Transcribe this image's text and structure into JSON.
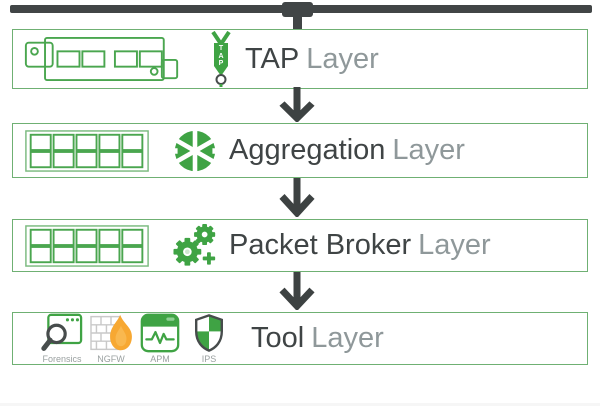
{
  "colors": {
    "accent_green": "#3fa344",
    "light_green_border": "#6fb073",
    "grid_green": "#4aa64f",
    "dark_charcoal": "#414546",
    "title_dark": "#3f4445",
    "title_gray": "#8f989a",
    "tool_label_gray": "#9aa0a0",
    "flame_orange": "#f7a832",
    "brick_gray": "#c9c9c9"
  },
  "icons": {
    "tap-point": "dark block on network line",
    "tap-module-icon": "green outline device with 4 ports",
    "tap-pin-icon": "green marker with TAP letters",
    "port-grid-icon": "green 2x5 port grid",
    "aggregation-icon": "green segmented circle",
    "packet-broker-icon": "green double gears with plus",
    "forensics-icon": "browser window with magnifier",
    "ngfw-icon": "brick wall with flame",
    "apm-icon": "app window with waveform",
    "ips-icon": "shield with green quadrants",
    "down-arrow-icon": "dark chevron arrow"
  },
  "layers": [
    {
      "name": "tap",
      "title_primary": "TAP",
      "title_secondary": "Layer",
      "pin_letters_1": "T",
      "pin_letters_2": "A",
      "pin_letters_3": "P"
    },
    {
      "name": "aggregation",
      "title_primary": "Aggregation",
      "title_secondary": "Layer"
    },
    {
      "name": "packet-broker",
      "title_primary": "Packet Broker",
      "title_secondary": "Layer"
    },
    {
      "name": "tool",
      "title_primary": "Tool",
      "title_secondary": "Layer",
      "tools": [
        {
          "label": "Forensics"
        },
        {
          "label": "NGFW"
        },
        {
          "label": "APM"
        },
        {
          "label": "IPS"
        }
      ]
    }
  ]
}
